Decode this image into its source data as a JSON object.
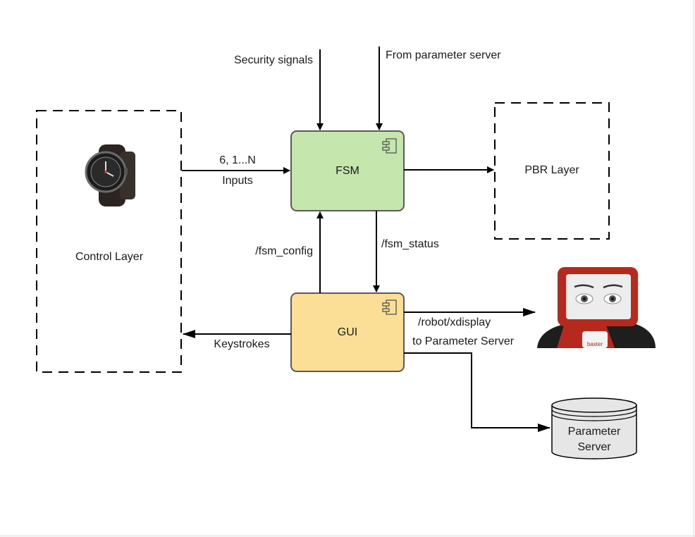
{
  "diagram": {
    "nodes": {
      "control_layer": {
        "label": "Control Layer",
        "icon": "smartwatch-icon"
      },
      "fsm": {
        "label": "FSM",
        "fill": "#c5e6ad",
        "icon": "component-icon"
      },
      "gui": {
        "label": "GUI",
        "fill": "#fcdf97",
        "icon": "component-icon"
      },
      "pbr_layer": {
        "label": "PBR Layer"
      },
      "parameter_server": {
        "label_line1": "Parameter",
        "label_line2": "Server",
        "fill": "#e6e6e6"
      },
      "robot": {
        "icon": "baxter-robot-icon",
        "accent": "#b52a1c",
        "badge_text": "baxter"
      }
    },
    "edges": {
      "security_signals": "Security signals",
      "from_param_server": "From parameter server",
      "inputs_line1": "6, 1...N",
      "inputs_line2": "Inputs",
      "fsm_config": "/fsm_config",
      "fsm_status": "/fsm_status",
      "keystrokes": "Keystrokes",
      "robot_xdisplay": "/robot/xdisplay",
      "to_param_server": "to Parameter Server"
    }
  }
}
